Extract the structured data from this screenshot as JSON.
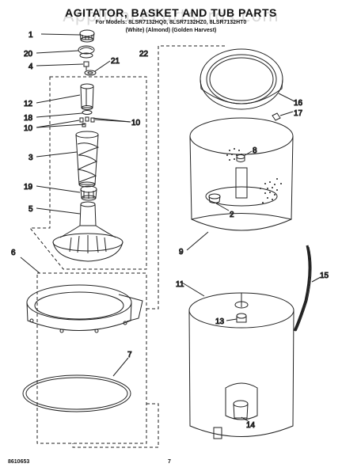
{
  "header": {
    "title": "AGITATOR, BASKET AND TUB PARTS",
    "watermark": "AppliancePartsPros.com",
    "model_line": "For Models: 8LSR7132HQ0, 8LSR7132HZ0, 8LSR7132HT0",
    "color_line": "(White)   (Almond)   (Golden Harvest)"
  },
  "callouts": {
    "c1": "1",
    "c20": "20",
    "c4": "4",
    "c21": "21",
    "c22": "22",
    "c12": "12",
    "c18": "18",
    "c10a": "10",
    "c10b": "10",
    "c3": "3",
    "c19": "19",
    "c5": "5",
    "c6": "6",
    "c7": "7",
    "c16": "16",
    "c17": "17",
    "c8": "8",
    "c2": "2",
    "c9": "9",
    "c11": "11",
    "c15": "15",
    "c13": "13",
    "c14": "14"
  },
  "footer": {
    "doc_number": "8610653",
    "page_number": "7"
  }
}
